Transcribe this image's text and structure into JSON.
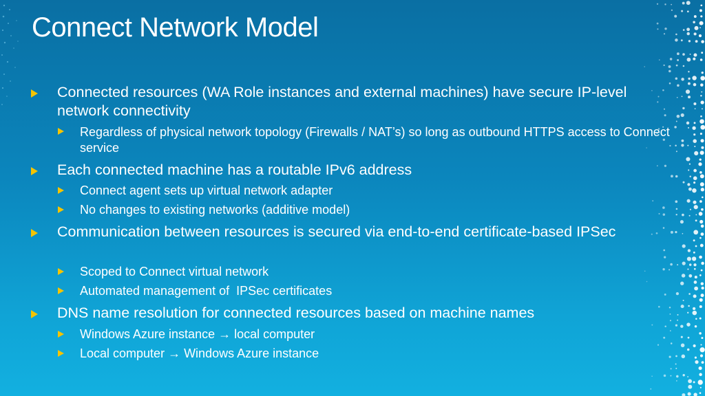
{
  "slide": {
    "title": "Connect Network Model",
    "bullets": [
      {
        "text": "Connected resources (WA Role instances and external machines) have secure IP-level network connectivity",
        "sub": [
          "Regardless of physical network topology (Firewalls / NAT’s) so long as outbound HTTPS access to Connect service"
        ]
      },
      {
        "text": "Each connected machine has a routable IPv6 address",
        "sub": [
          "Connect agent sets up virtual network adapter",
          "No changes to existing networks (additive model)"
        ]
      },
      {
        "text": "Communication between resources is secured via end-to-end certificate-based IPSec",
        "sub": [
          "Scoped to Connect virtual network",
          "Automated management of  IPSec certificates"
        ]
      },
      {
        "text": "DNS name resolution for connected resources based on machine names",
        "sub": [
          "Windows Azure instance → local computer",
          "Local computer → Windows Azure instance"
        ]
      }
    ]
  },
  "colors": {
    "bullet": "#f5c400",
    "text": "#ffffff",
    "background_top": "#0a6fa3",
    "background_bottom": "#12b0e0"
  }
}
